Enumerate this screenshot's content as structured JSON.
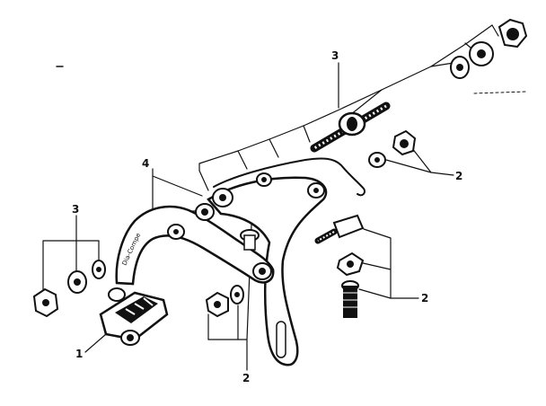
{
  "diagram": {
    "callouts": {
      "c1": "1",
      "c2_right_top": "2",
      "c2_right_bottom": "2",
      "c2_bottom": "2",
      "c3_top": "3",
      "c3_left": "3",
      "c4": "4"
    }
  }
}
